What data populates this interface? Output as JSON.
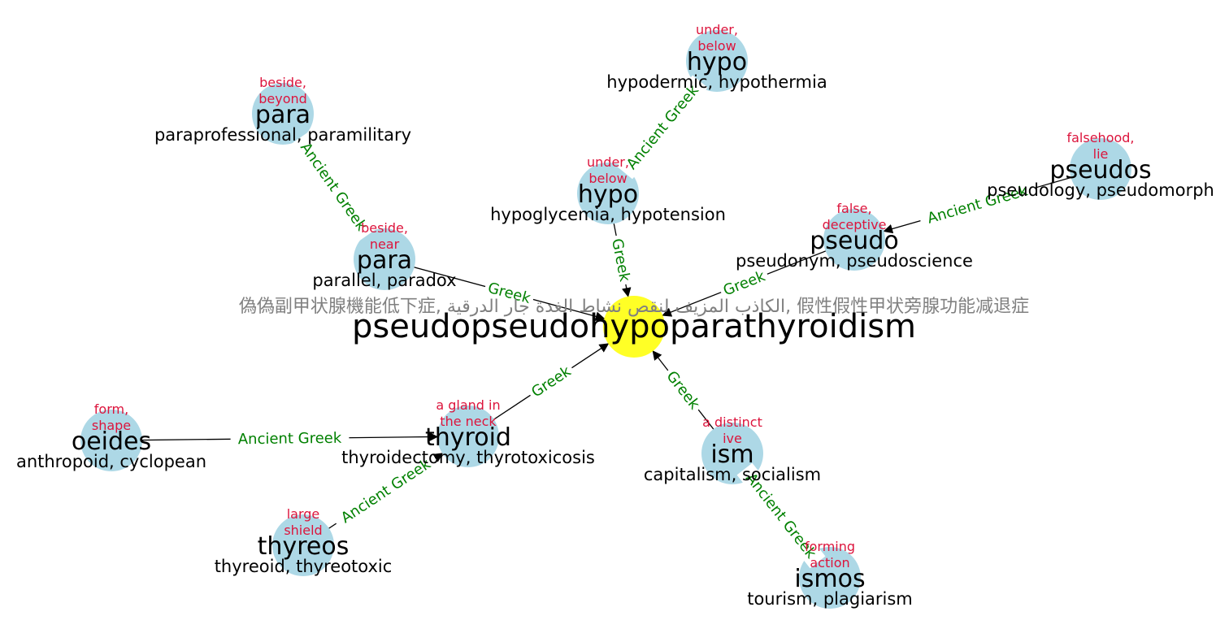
{
  "colors": {
    "root_fill": "#ffff00",
    "node_fill": "#add8e6",
    "edge_stroke": "#000000",
    "edge_label": "#008000",
    "meaning": "#dc143c",
    "translations": "#808080"
  },
  "root": {
    "id": "root",
    "word": "pseudopseudohypoparathyroidism",
    "translations": "偽偽副甲状腺機能低下症, الكاذب المزيف لنقص نشاط الغدة جار الدرقية, 假性假性甲状旁腺功能减退症"
  },
  "nodes": [
    {
      "id": "pseudo",
      "word": "pseudo",
      "meaning": [
        "false,",
        "deceptive"
      ],
      "examples": "pseudonym, pseudoscience"
    },
    {
      "id": "pseudos",
      "word": "pseudos",
      "meaning": [
        "falsehood,",
        "lie"
      ],
      "examples": "pseudology, pseudomorph"
    },
    {
      "id": "hypo",
      "word": "hypo",
      "meaning": [
        "under,",
        "below"
      ],
      "examples": "hypoglycemia, hypotension"
    },
    {
      "id": "hypo2",
      "word": "hypo",
      "meaning": [
        "under,",
        "below"
      ],
      "examples": "hypodermic, hypothermia"
    },
    {
      "id": "para",
      "word": "para",
      "meaning": [
        "beside,",
        "near"
      ],
      "examples": "parallel, paradox"
    },
    {
      "id": "para2",
      "word": "para",
      "meaning": [
        "beside,",
        "beyond"
      ],
      "examples": "paraprofessional, paramilitary"
    },
    {
      "id": "thyroid",
      "word": "thyroid",
      "meaning": [
        "a gland in",
        "the neck"
      ],
      "examples": "thyroidectomy, thyrotoxicosis"
    },
    {
      "id": "oeides",
      "word": "oeides",
      "meaning": [
        "form,",
        "shape"
      ],
      "examples": "anthropoid, cyclopean"
    },
    {
      "id": "thyreos",
      "word": "thyreos",
      "meaning": [
        "large",
        "shield"
      ],
      "examples": "thyreoid, thyreotoxic"
    },
    {
      "id": "ism",
      "word": "ism",
      "meaning": [
        "a distinct",
        "ive"
      ],
      "examples": "capitalism, socialism"
    },
    {
      "id": "ismos",
      "word": "ismos",
      "meaning": [
        "forming",
        "action"
      ],
      "examples": "tourism, plagiarism"
    }
  ],
  "edges": [
    {
      "from": "pseudo",
      "to": "root",
      "label": "Greek"
    },
    {
      "from": "pseudos",
      "to": "pseudo",
      "label": "Ancient Greek"
    },
    {
      "from": "hypo",
      "to": "root",
      "label": "Greek"
    },
    {
      "from": "hypo2",
      "to": "hypo",
      "label": "Ancient Greek"
    },
    {
      "from": "para",
      "to": "root",
      "label": "Greek"
    },
    {
      "from": "para2",
      "to": "para",
      "label": "Ancient Greek"
    },
    {
      "from": "thyroid",
      "to": "root",
      "label": "Greek"
    },
    {
      "from": "oeides",
      "to": "thyroid",
      "label": "Ancient Greek"
    },
    {
      "from": "thyreos",
      "to": "thyroid",
      "label": "Ancient Greek"
    },
    {
      "from": "ism",
      "to": "root",
      "label": "Greek"
    },
    {
      "from": "ismos",
      "to": "ism",
      "label": "Ancient Greek"
    }
  ]
}
